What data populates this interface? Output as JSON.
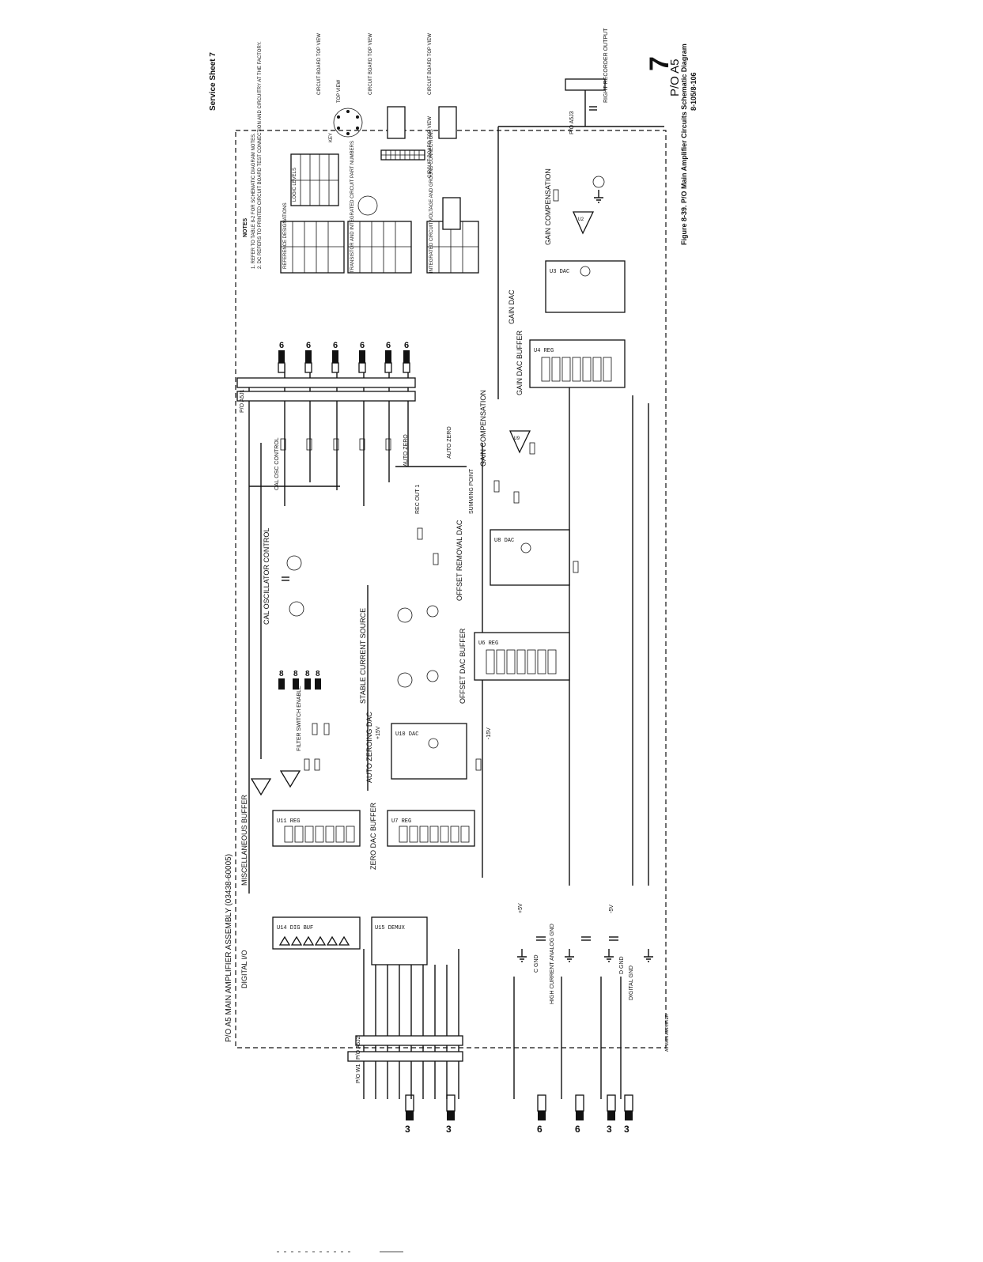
{
  "sheet": {
    "service_sheet": "Service Sheet 7",
    "sheet_number": "7",
    "assembly_ref": "P/O A5",
    "figure_caption": "Figure 8-39. P/O Main Amplifier Circuits Schematic Diagram",
    "figure_pages": "8-105/8-106",
    "assembly_title": "P/O A5 MAIN AMPLIFIER ASSEMBLY (03438-60005)"
  },
  "blocks": {
    "digital_io": "DIGITAL I/O",
    "misc_buffer": "MISCELLANEOUS BUFFER",
    "zero_dac_buffer": "ZERO DAC BUFFER",
    "auto_zeroing_dac": "AUTO ZEROING DAC",
    "stable_current_source": "STABLE CURRENT SOURCE",
    "offset_dac_buffer": "OFFSET DAC BUFFER",
    "offset_removal_dac": "OFFSET REMOVAL DAC",
    "cal_osc_control": "CAL OSCILLATOR CONTROL",
    "gain_compensation_1": "GAIN COMPENSATION",
    "gain_dac_buffer": "GAIN DAC BUFFER",
    "gain_dac": "GAIN DAC",
    "gain_compensation_2": "GAIN COMPENSATION"
  },
  "chips": {
    "u14": "U14 DIG BUF",
    "u15": "U15 DEMUX",
    "u11": "U11 REG",
    "u7": "U7 REG",
    "u10": "U10 DAC",
    "u6": "U6 REG",
    "u8": "U8 DAC",
    "u4": "U4 REG",
    "u3": "U3 DAC",
    "u2": "U2",
    "u9": "U9"
  },
  "signals": {
    "cal_osc_control": "CAL OSC CONTROL",
    "auto_zero": "AUTO ZERO",
    "rec_out_1": "REC OUT 1",
    "summing_point": "SUMMING POINT",
    "auto_zero_out": "AUTO ZERO",
    "filter_switch_enable": "FILTER SWITCH ENABLE",
    "right_recorder_output": "RIGHT RECORDER OUTPUT",
    "high_current_analog_gnd": "HIGH CURRENT ANALOG GND",
    "digital_gnd": "DIGITAL GND",
    "c_gnd": "C GND",
    "d_gnd": "D GND"
  },
  "connectors": {
    "p0_a5_j2": "P/O A5J2",
    "p0_a5_j1": "P/O A5J1",
    "p0_a5_j3": "P/O A5J3",
    "p0_w1": "P/O W1"
  },
  "sheet_refs": {
    "right_refs": [
      "6",
      "6",
      "6",
      "6",
      "6",
      "6"
    ],
    "lower_refs": [
      "3",
      "3",
      "6",
      "6",
      "3",
      "3"
    ],
    "misc_refs": [
      "8",
      "8",
      "8",
      "8"
    ]
  },
  "supplies": [
    "+15V",
    "-15V",
    "+5V",
    "-5V"
  ],
  "notes": {
    "title": "NOTES",
    "items": [
      "1. REFER TO TABLE 8-2 FOR SCHEMATIC DIAGRAM NOTES.",
      "2. DC REFERS TO PRINTED CIRCUIT BOARD TEST CONNECTION AND CIRCUITRY AT THE FACTORY."
    ]
  },
  "tables": {
    "reference_designations": "REFERENCE DESIGNATIONS",
    "transistor_ic_part_numbers": "TRANSISTOR AND INTEGRATED CIRCUIT PART NUMBERS",
    "ic_voltage_connections": "INTEGRATED CIRCUIT VOLTAGE AND GROUND CONNECTIONS",
    "logic_levels": "LOGIC LEVELS"
  },
  "pinouts": {
    "circuit_board_top_view": "CIRCUIT BOARD TOP VIEW",
    "top_view": "TOP VIEW",
    "key": "KEY"
  },
  "footer": {
    "drawing_note": "A5 MAIN AMPLIFIER"
  }
}
